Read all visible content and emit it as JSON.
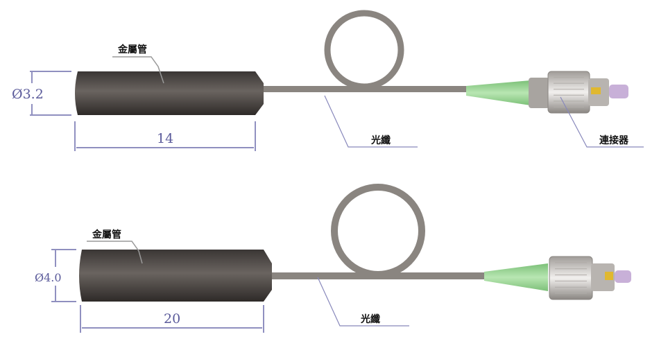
{
  "top": {
    "tube_label": "金屬管",
    "fiber_label": "光纖",
    "connector_label": "連接器",
    "diameter": "Ø3.2",
    "length": "14"
  },
  "bottom": {
    "tube_label": "金屬管",
    "fiber_label": "光纖",
    "diameter": "Ø4.0",
    "length": "20"
  },
  "colors": {
    "tube": "#4a4542",
    "fiber": "#8a8580",
    "boot": "#9fd49a",
    "dimension": "#6a6aaa",
    "ferrule": "#c8b0d8",
    "key": "#e0b830"
  }
}
